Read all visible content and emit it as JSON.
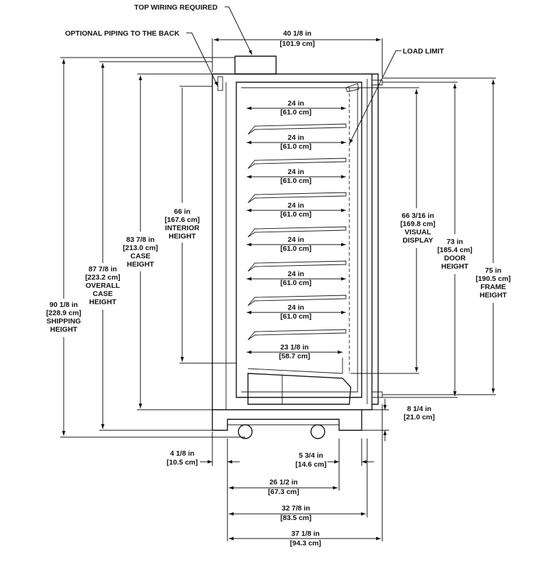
{
  "callouts": {
    "top_wiring": "TOP WIRING REQUIRED",
    "optional_piping": "OPTIONAL PIPING TO THE BACK",
    "load_limit": "LOAD LIMIT"
  },
  "dimensions": {
    "top_width": [
      "40 1/8 in",
      "[101.9 cm]"
    ],
    "shelf_width": [
      "24 in",
      "[61.0 cm]"
    ],
    "bottom_shelf_width": [
      "23 1/8 in",
      "[58.7 cm]"
    ],
    "interior_height": [
      "66 in",
      "[167.6 cm]",
      "INTERIOR",
      "HEIGHT"
    ],
    "case_height": [
      "83 7/8 in",
      "[213.0 cm]",
      "CASE",
      "HEIGHT"
    ],
    "overall_case_height": [
      "87 7/8 in",
      "[223.2 cm]",
      "OVERALL",
      "CASE",
      "HEIGHT"
    ],
    "shipping_height": [
      "90 1/8 in",
      "[228.9 cm]",
      "SHIPPING",
      "HEIGHT"
    ],
    "visual_display": [
      "66 3/16 in",
      "[169.8 cm]",
      "VISUAL",
      "DISPLAY"
    ],
    "door_height": [
      "73 in",
      "[185.4 cm]",
      "DOOR",
      "HEIGHT"
    ],
    "frame_height": [
      "75 in",
      "[190.5 cm]",
      "FRAME",
      "HEIGHT"
    ],
    "base_height": [
      "8 1/4 in",
      "[21.0 cm]"
    ],
    "rear_offset": [
      "4 1/8 in",
      "[10.5 cm]"
    ],
    "front_offset": [
      "5 3/4 in",
      "[14.6 cm]"
    ],
    "base_depth": [
      "26 1/2 in",
      "[67.3 cm]"
    ],
    "case_depth": [
      "32 7/8 in",
      "[83.5 cm]"
    ],
    "overall_depth": [
      "37 1/8 in",
      "[94.3 cm]"
    ]
  }
}
